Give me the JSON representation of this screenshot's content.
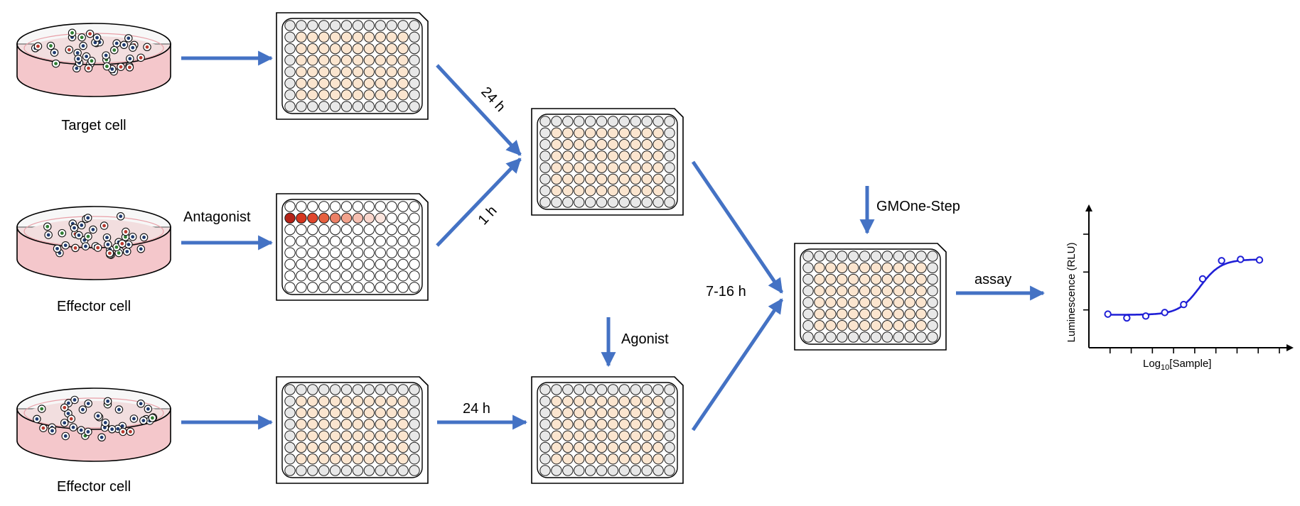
{
  "colors": {
    "arrow": "#4472c4",
    "dish_fill": "#f4c7cb",
    "dish_rim": "#f1f1f1",
    "well_active": "#fbe5cf",
    "well_empty": "#e8e8e8",
    "curve": "#1f1fd6",
    "antagonist_gradient": [
      "#b52318",
      "#d6361f",
      "#e0462c",
      "#e6603f",
      "#ec8066",
      "#f2a28c",
      "#f6bfb1",
      "#f9d6cc",
      "#fbe5de",
      "#ffffff",
      "#ffffff",
      "#ffffff"
    ]
  },
  "labels": {
    "target_cell": "Target cell",
    "effector_cell_1": "Effector cell",
    "effector_cell_2": "Effector cell",
    "antagonist": "Antagonist",
    "agonist": "Agonist",
    "time_24h_a": "24 h",
    "time_1h": "1 h",
    "time_24h_b": "24 h",
    "time_7_16h": "7-16 h",
    "reagent": "GMOne-Step",
    "assay": "assay"
  },
  "chart_data": {
    "type": "line",
    "title": "",
    "xlabel": "Log10[Sample]",
    "xlabel_base": "Log",
    "xlabel_sub": "10",
    "xlabel_rest": "[Sample]",
    "ylabel": "Luminescence (RLU)",
    "x_tick_count": 9,
    "y_tick_count": 3,
    "series": [
      {
        "points_x": [
          1,
          2,
          3,
          4,
          5,
          6,
          7,
          8,
          9
        ],
        "points_y": [
          1.05,
          0.93,
          0.99,
          1.1,
          1.35,
          2.15,
          2.72,
          2.76,
          2.74
        ],
        "fit_bottom": 1.03,
        "fit_top": 2.76,
        "fit_x50": 5.85,
        "fit_slope": 1.8
      }
    ],
    "xlim": [
      0,
      10.5
    ],
    "ylim": [
      0,
      4.3
    ]
  }
}
